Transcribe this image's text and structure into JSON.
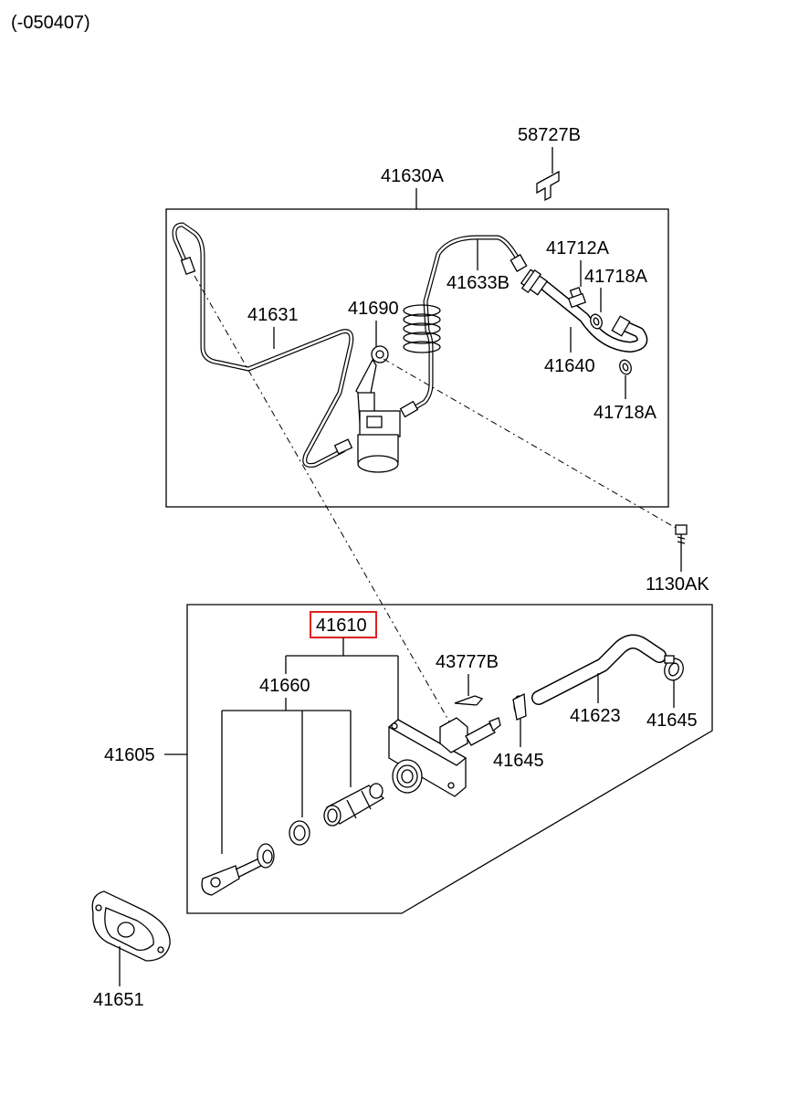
{
  "header": {
    "code": "(-050407)"
  },
  "labels": {
    "l58727B": "58727B",
    "l41630A": "41630A",
    "l41712A": "41712A",
    "l41718A_top": "41718A",
    "l41633B": "41633B",
    "l41631": "41631",
    "l41690": "41690",
    "l41640": "41640",
    "l41718A_bottom": "41718A",
    "l1130AK": "1130AK",
    "l41610": "41610",
    "l43777B": "43777B",
    "l41660": "41660",
    "l41623": "41623",
    "l41645_right": "41645",
    "l41605": "41605",
    "l41645_mid": "41645",
    "l41651": "41651"
  },
  "highlight": {
    "part": "41610",
    "color": "#e02020"
  }
}
